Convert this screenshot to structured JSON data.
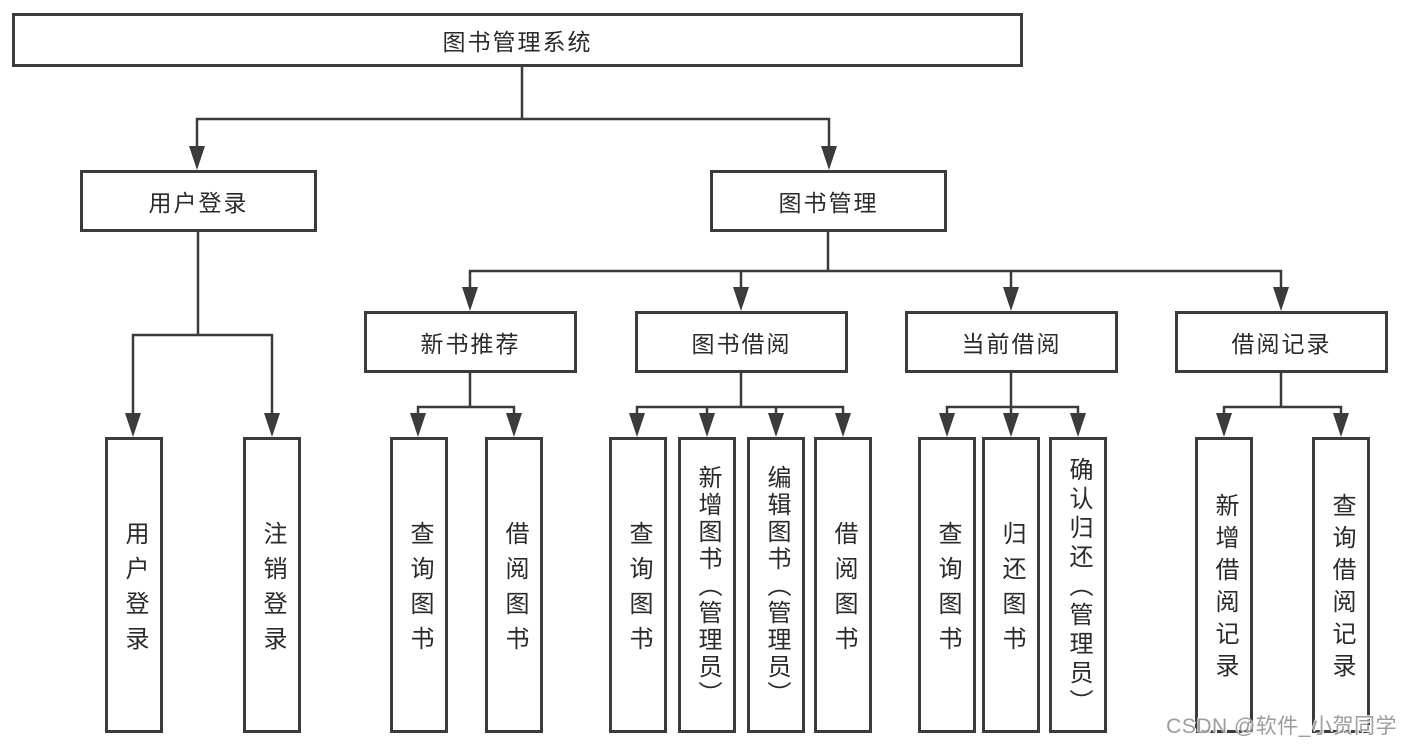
{
  "diagram": {
    "root": {
      "label": "图书管理系统"
    },
    "branches": [
      {
        "label": "用户登录",
        "children": [
          {
            "label": "用户登录"
          },
          {
            "label": "注销登录"
          }
        ]
      },
      {
        "label": "图书管理",
        "children": [
          {
            "label": "新书推荐",
            "children": [
              {
                "label": "查询图书"
              },
              {
                "label": "借阅图书"
              }
            ]
          },
          {
            "label": "图书借阅",
            "children": [
              {
                "label": "查询图书"
              },
              {
                "label": "新增图书（管理员）"
              },
              {
                "label": "编辑图书（管理员）"
              },
              {
                "label": "借阅图书"
              }
            ]
          },
          {
            "label": "当前借阅",
            "children": [
              {
                "label": "查询图书"
              },
              {
                "label": "归还图书"
              },
              {
                "label": "确认归还（管理员）"
              }
            ]
          },
          {
            "label": "借阅记录",
            "children": [
              {
                "label": "新增借阅记录"
              },
              {
                "label": "查询借阅记录"
              }
            ]
          }
        ]
      }
    ]
  },
  "colors": {
    "line": "#3b3b3b",
    "text": "#2a2a2a",
    "watermark": "#9c9c9c"
  },
  "watermark": {
    "text": "CSDN @软件_小贺同学"
  }
}
